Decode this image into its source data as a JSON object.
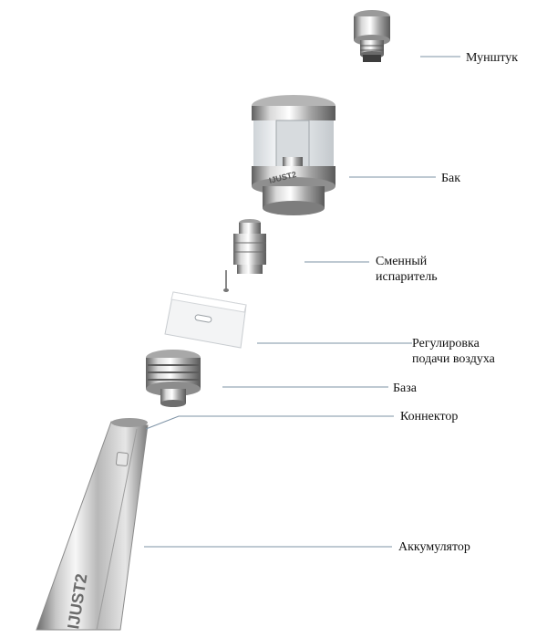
{
  "labels": {
    "mouthpiece": "Мунштук",
    "tank": "Бак",
    "coil_line1": "Сменный",
    "coil_line2": "испаритель",
    "airflow_line1": "Регулировка",
    "airflow_line2": "подачи воздуха",
    "base": "База",
    "connector": "Коннектор",
    "battery": "Аккумулятор"
  },
  "engravings": {
    "tank_logo": "IJUST2",
    "battery_logo": "IJUST2"
  },
  "colors": {
    "leader_line": "#7e93a6",
    "steel_dark": "#6e6e6e",
    "steel_light": "#f4f4f4",
    "glass": "#e7ebee"
  }
}
